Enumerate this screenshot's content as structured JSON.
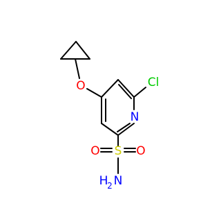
{
  "molecule": {
    "atoms": {
      "o_ether": {
        "text": "O",
        "color": "#ff0000"
      },
      "cl": {
        "text": "Cl",
        "color": "#00cc00"
      },
      "n_ring": {
        "text": "N",
        "color": "#0000ff"
      },
      "s": {
        "text": "S",
        "color": "#cccc00"
      },
      "o_sulfonyl_left": {
        "text": "O",
        "color": "#ff0000"
      },
      "o_sulfonyl_right": {
        "text": "O",
        "color": "#ff0000"
      },
      "n_amine": {
        "text": "N",
        "color": "#0000ff"
      },
      "h2": {
        "text": "H",
        "color": "#0000ff"
      },
      "h2_sub": {
        "text": "2",
        "color": "#0000ff"
      }
    },
    "bond_color": "#000000"
  }
}
